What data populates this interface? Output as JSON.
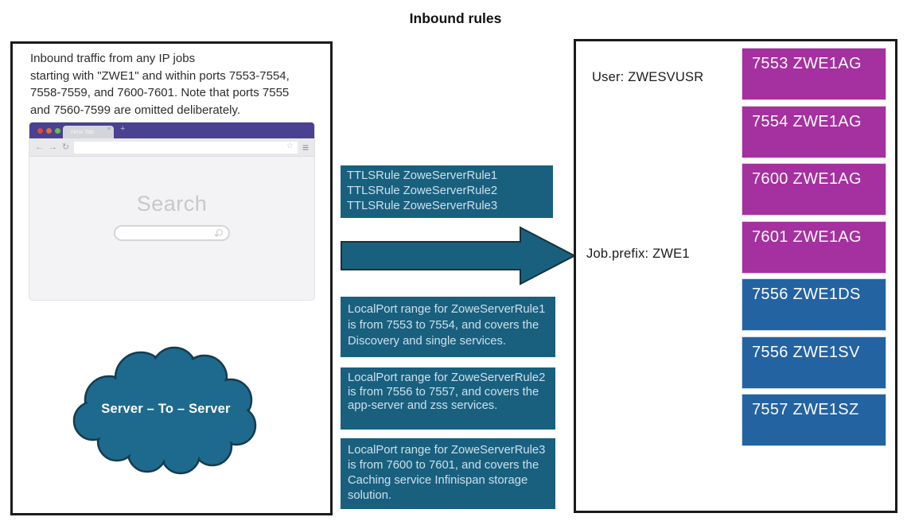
{
  "title": "Inbound rules",
  "left_panel": {
    "description": "Inbound traffic from any IP jobs\nstarting with \"ZWE1\" and within ports 7553-7554,\n7558-7559, and 7600-7601. Note that ports 7555\nand 7560-7599 are omitted deliberately.",
    "browser": {
      "tab_label": "New Tab",
      "search_heading": "Search",
      "icons": {
        "back": "←",
        "forward": "→",
        "refresh": "↻",
        "star": "☆",
        "menu": "≡",
        "tab_close": "×",
        "new_tab": "+"
      }
    },
    "cloud_label": "Server – To – Server"
  },
  "middle": {
    "ttls_box": {
      "lines": [
        "TTLSRule ZoweServerRule1",
        "TTLSRule ZoweServerRule2",
        "TTLSRule ZoweServerRule3"
      ]
    },
    "localport_boxes": [
      "LocalPort range for ZoweServerRule1 is from 7553 to 7554, and covers the Discovery and single services.",
      "LocalPort range for ZoweServerRule2 is from 7556 to 7557, and covers the app-server and zss services.",
      "LocalPort range for ZoweServerRule3 is from 7600 to 7601, and covers the Caching service Infinispan storage solution."
    ]
  },
  "right_panel": {
    "user_label": "User: ZWESVUSR",
    "job_prefix_label": "Job.prefix: ZWE1",
    "ports": [
      {
        "label": "7553 ZWE1AG",
        "color": "#a5309f"
      },
      {
        "label": "7554 ZWE1AG",
        "color": "#a5309f"
      },
      {
        "label": "7600 ZWE1AG",
        "color": "#a5309f"
      },
      {
        "label": "7601 ZWE1AG",
        "color": "#a5309f"
      },
      {
        "label": "7556 ZWE1DS",
        "color": "#2363a1"
      },
      {
        "label": "7556 ZWE1SV",
        "color": "#2363a1"
      },
      {
        "label": "7557 ZWE1SZ",
        "color": "#2363a1"
      }
    ]
  },
  "colors": {
    "teal_box": "#19607f",
    "teal_box_text": "#cde0ea",
    "cloud_fill": "#1d6a8e",
    "cloud_stroke": "#143c4e",
    "magenta": "#a5309f",
    "blue": "#2363a1",
    "browser_titlebar_purple": "#4a4191",
    "panel_border": "#1b1b1b"
  }
}
